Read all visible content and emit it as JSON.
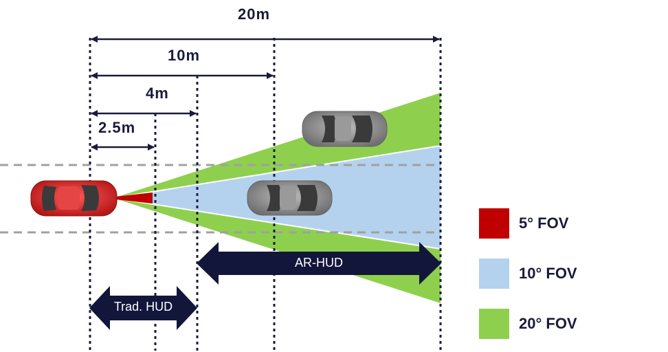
{
  "dimensions": {
    "d20": "20m",
    "d10": "10m",
    "d4": "4m",
    "d25": "2.5m"
  },
  "arrows": {
    "ar_hud": "AR-HUD",
    "trad_hud": "Trad. HUD"
  },
  "legend": [
    {
      "label": "5° FOV",
      "color": "#c00000"
    },
    {
      "label": "10° FOV",
      "color": "#b4d2ee"
    },
    {
      "label": "20° FOV",
      "color": "#8ed04e"
    }
  ],
  "colors": {
    "guide_lines": "#1a1a3a",
    "lane_lines": "#a0a0a0",
    "ego_car": "#d62b2b",
    "other_cars": "#8a8a8a"
  }
}
